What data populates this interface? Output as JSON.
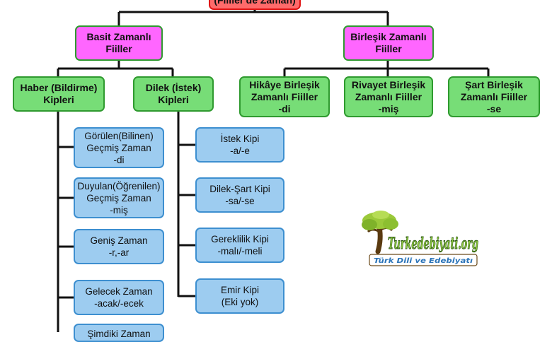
{
  "diagram": {
    "root": {
      "lines": [
        "(Fiiller'de Zaman)"
      ]
    },
    "basit": {
      "lines": [
        "Basit Zamanlı",
        "Fiiller"
      ]
    },
    "birlesik": {
      "lines": [
        "Birleşik Zamanlı",
        "Fiiller"
      ]
    },
    "haber": {
      "lines": [
        "Haber (Bildirme)",
        "Kipleri"
      ]
    },
    "dilek": {
      "lines": [
        "Dilek (İstek)",
        "Kipleri"
      ]
    },
    "hikaye": {
      "lines": [
        "Hikâye Birleşik",
        "Zamanlı Fiiller",
        "-di"
      ]
    },
    "rivayet": {
      "lines": [
        "Rivayet Birleşik",
        "Zamanlı Fiiller",
        "-miş"
      ]
    },
    "sart": {
      "lines": [
        "Şart  Birleşik",
        "Zamanlı Fiiller",
        "-se"
      ]
    },
    "haber_items": [
      {
        "lines": [
          "Görülen(Bilinen)",
          "Geçmiş Zaman",
          "-di"
        ]
      },
      {
        "lines": [
          "Duyulan(Öğrenilen)",
          "Geçmiş Zaman",
          "-miş"
        ]
      },
      {
        "lines": [
          "Geniş Zaman",
          "-r,-ar"
        ]
      },
      {
        "lines": [
          "Gelecek Zaman",
          "-acak/-ecek"
        ]
      },
      {
        "lines": [
          "Şimdiki Zaman"
        ]
      }
    ],
    "dilek_items": [
      {
        "lines": [
          "İstek Kipi",
          "-a/-e"
        ]
      },
      {
        "lines": [
          "Dilek-Şart Kipi",
          "-sa/-se"
        ]
      },
      {
        "lines": [
          "Gereklilik Kipi",
          "-malı/-meli"
        ]
      },
      {
        "lines": [
          "Emir Kipi",
          "(Eki yok)"
        ]
      }
    ]
  },
  "logo": {
    "name": "Turkedebiyati.org",
    "tagline": "Türk Dili ve Edebiyatı"
  },
  "colors": {
    "pink": "#ff66ff",
    "green": "#77dd77",
    "blue": "#9dccf0",
    "red": "#ff6b6b",
    "line": "#111111"
  }
}
